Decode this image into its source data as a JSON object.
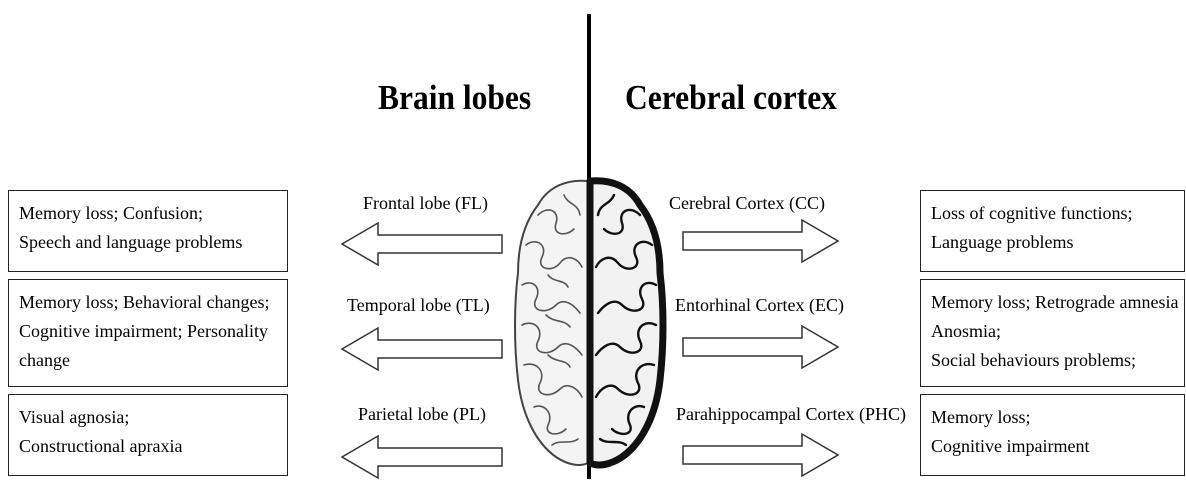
{
  "headings": {
    "left": "Brain lobes",
    "right": "Cerebral cortex"
  },
  "lobes": [
    {
      "label": "Frontal lobe (FL)",
      "effects": [
        "Memory loss; Confusion;",
        "Speech and language  problems"
      ]
    },
    {
      "label": "Temporal lobe (TL)",
      "effects": [
        "Memory loss; Behavioral changes;",
        "Cognitive impairment; Personality",
        "change"
      ]
    },
    {
      "label": "Parietal lobe (PL)",
      "effects": [
        "Visual agnosia;",
        "Constructional apraxia"
      ]
    }
  ],
  "cortex": [
    {
      "label": "Cerebral Cortex (CC)",
      "effects": [
        "Loss of cognitive functions;",
        "Language problems"
      ]
    },
    {
      "label": "Entorhinal Cortex (EC)",
      "effects": [
        "Memory loss; Retrograde amnesia",
        "Anosmia;",
        "Social behaviours problems;"
      ]
    },
    {
      "label": "Parahippocampal Cortex (PHC)",
      "effects": [
        "Memory loss;",
        "Cognitive impairment"
      ]
    }
  ]
}
